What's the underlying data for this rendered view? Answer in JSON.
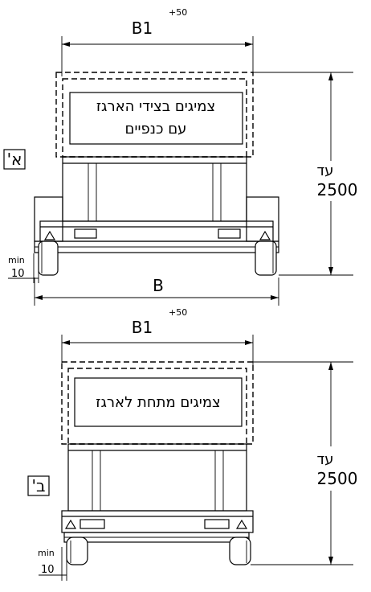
{
  "diagram_a": {
    "label": "א'",
    "width_label": "B1",
    "tolerance": "+50",
    "height_prefix": "עד",
    "height_value": "2500",
    "sign_line1": "צמיגים בצידי הארגז",
    "sign_line2": "עם כנפיים",
    "min_label": "min",
    "min_value": "10",
    "base_width_label": "B"
  },
  "diagram_b": {
    "label": "ב'",
    "width_label": "B1",
    "tolerance": "+50",
    "height_prefix": "עד",
    "height_value": "2500",
    "sign_line1": "צמיגים מתחת לארגז",
    "min_label": "min",
    "min_value": "10"
  }
}
